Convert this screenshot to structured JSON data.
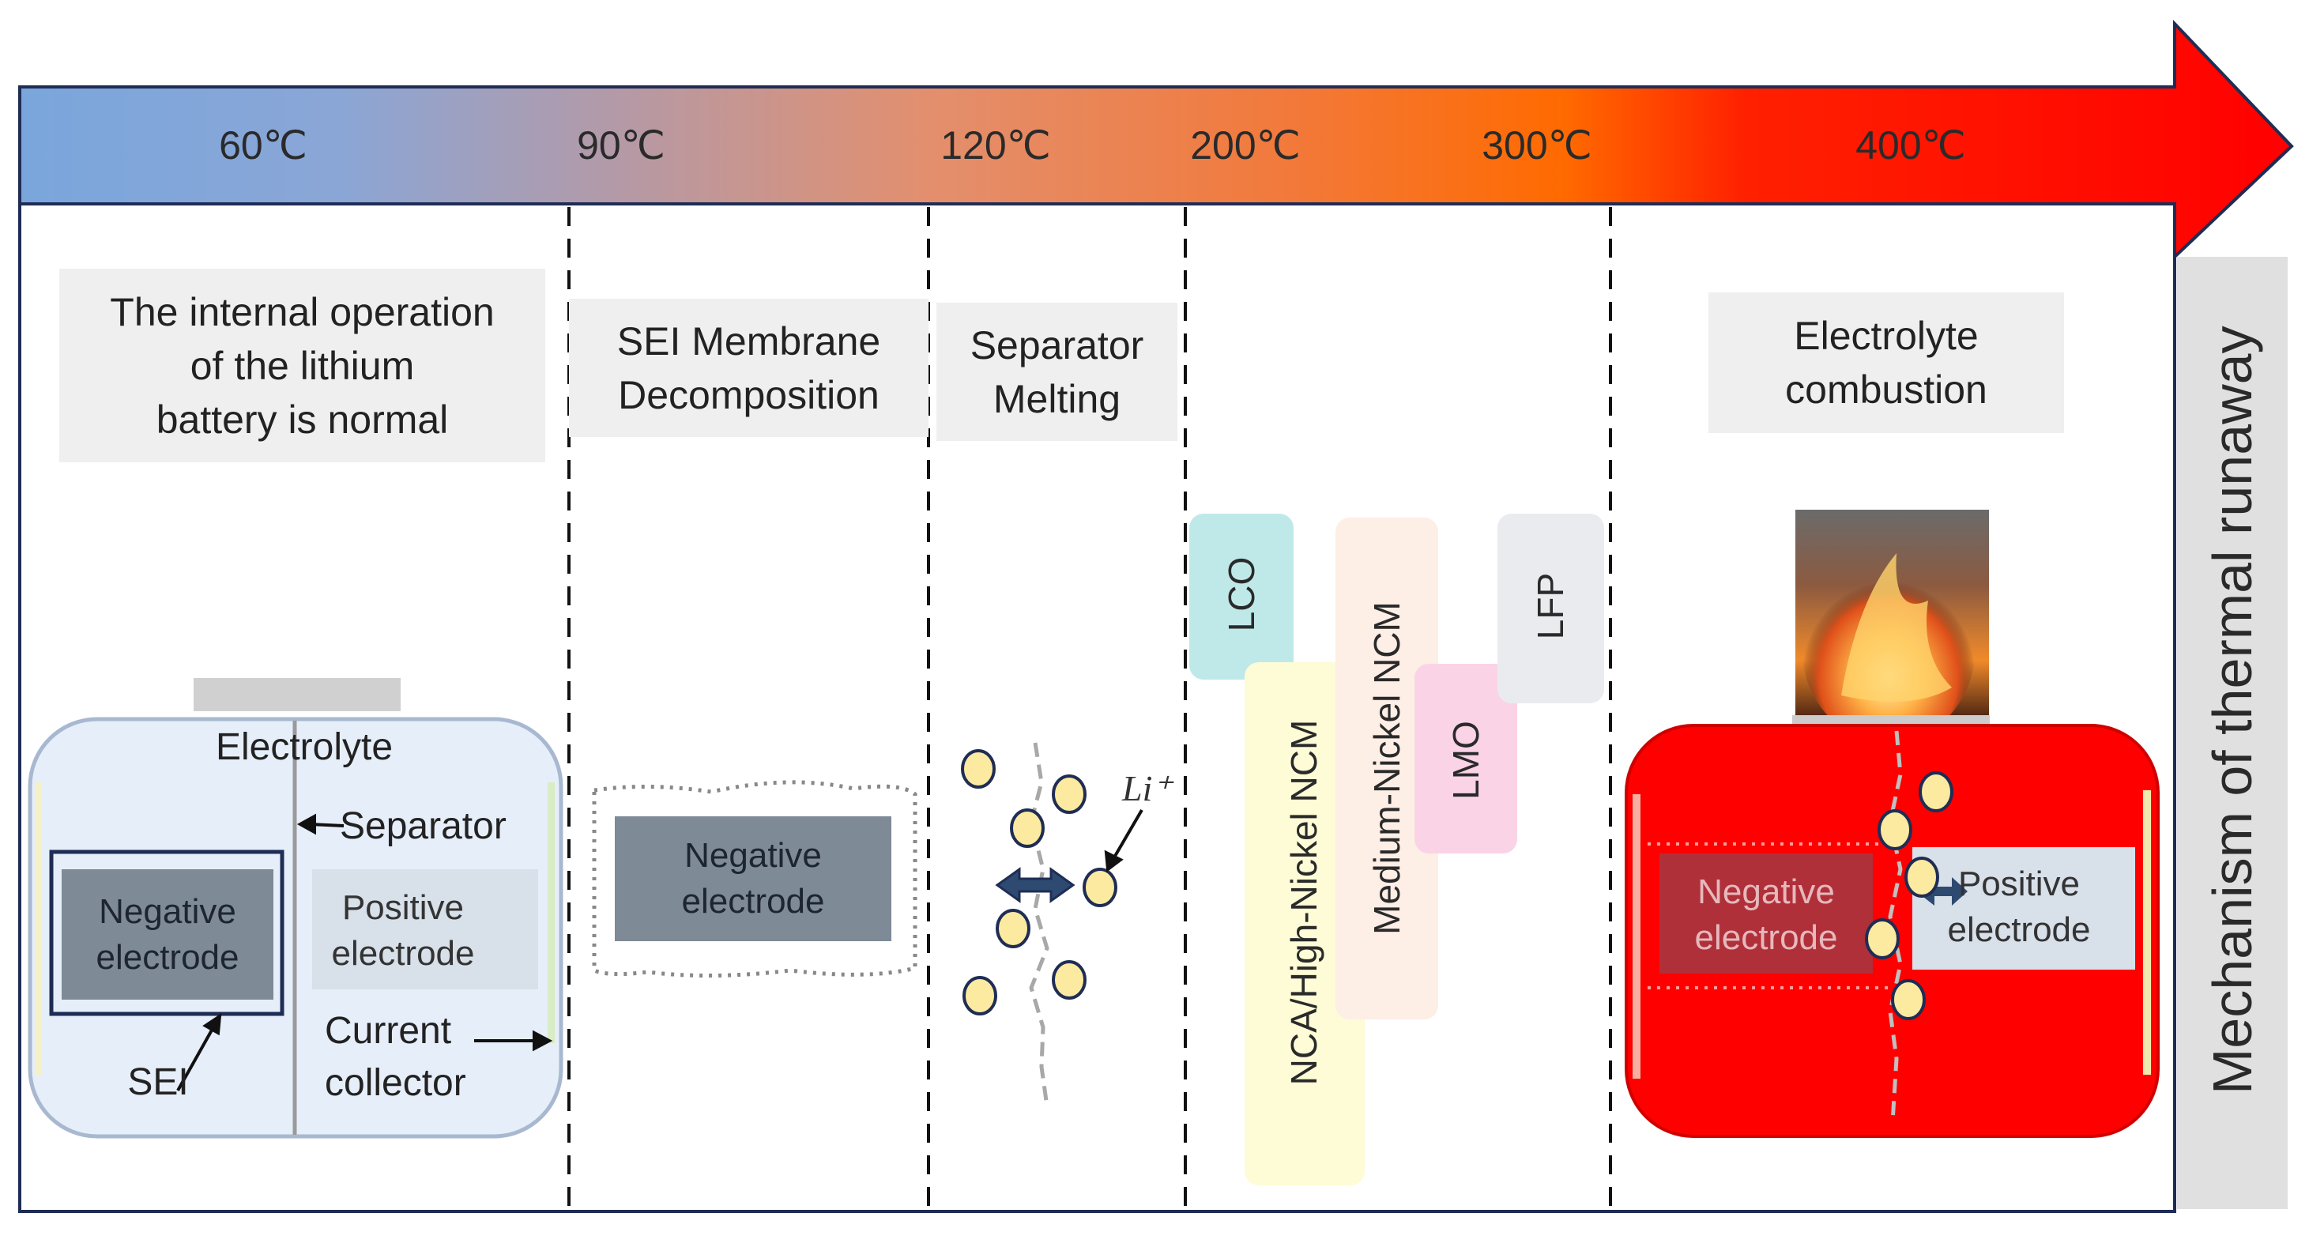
{
  "temperatures": [
    "60℃",
    "90℃",
    "120℃",
    "200℃",
    "300℃",
    "400℃"
  ],
  "stages": {
    "normal": "The internal operation\nof the lithium\nbattery is normal",
    "sei": "SEI Membrane\nDecomposition",
    "separator": "Separator\nMelting",
    "electrolyte": "Electrolyte\ncombustion"
  },
  "battery": {
    "electrolyte": "Electrolyte",
    "separator": "Separator",
    "negative": "Negative\nelectrode",
    "positive": "Positive\nelectrode",
    "current_collector": "Current\ncollector",
    "sei": "SEI"
  },
  "sei_stage": {
    "negative": "Negative\nelectrode"
  },
  "separator_stage": {
    "li": "Li⁺"
  },
  "cathodes": {
    "lco": "LCO",
    "nca": "NCA/High-Nickel NCM",
    "medium_ncm": "Medium-Nickel NCM",
    "lmo": "LMO",
    "lfp": "LFP"
  },
  "combustion": {
    "negative": "Negative\nelectrode",
    "positive": "Positive\nelectrode"
  },
  "side_title": "Mechanism of thermal runaway",
  "colors": {
    "arrow_start": "#7aa6dc",
    "arrow_mid": "#ef8a4a",
    "arrow_end": "#ff0000",
    "lco": "#bfe9e8",
    "nca": "#fdfcd6",
    "medium_ncm": "#fdeee6",
    "lmo": "#fbd3e6",
    "lfp": "#e9ebef",
    "combustion_cell": "#ff0000",
    "li_ion": "#fbeaa0"
  }
}
